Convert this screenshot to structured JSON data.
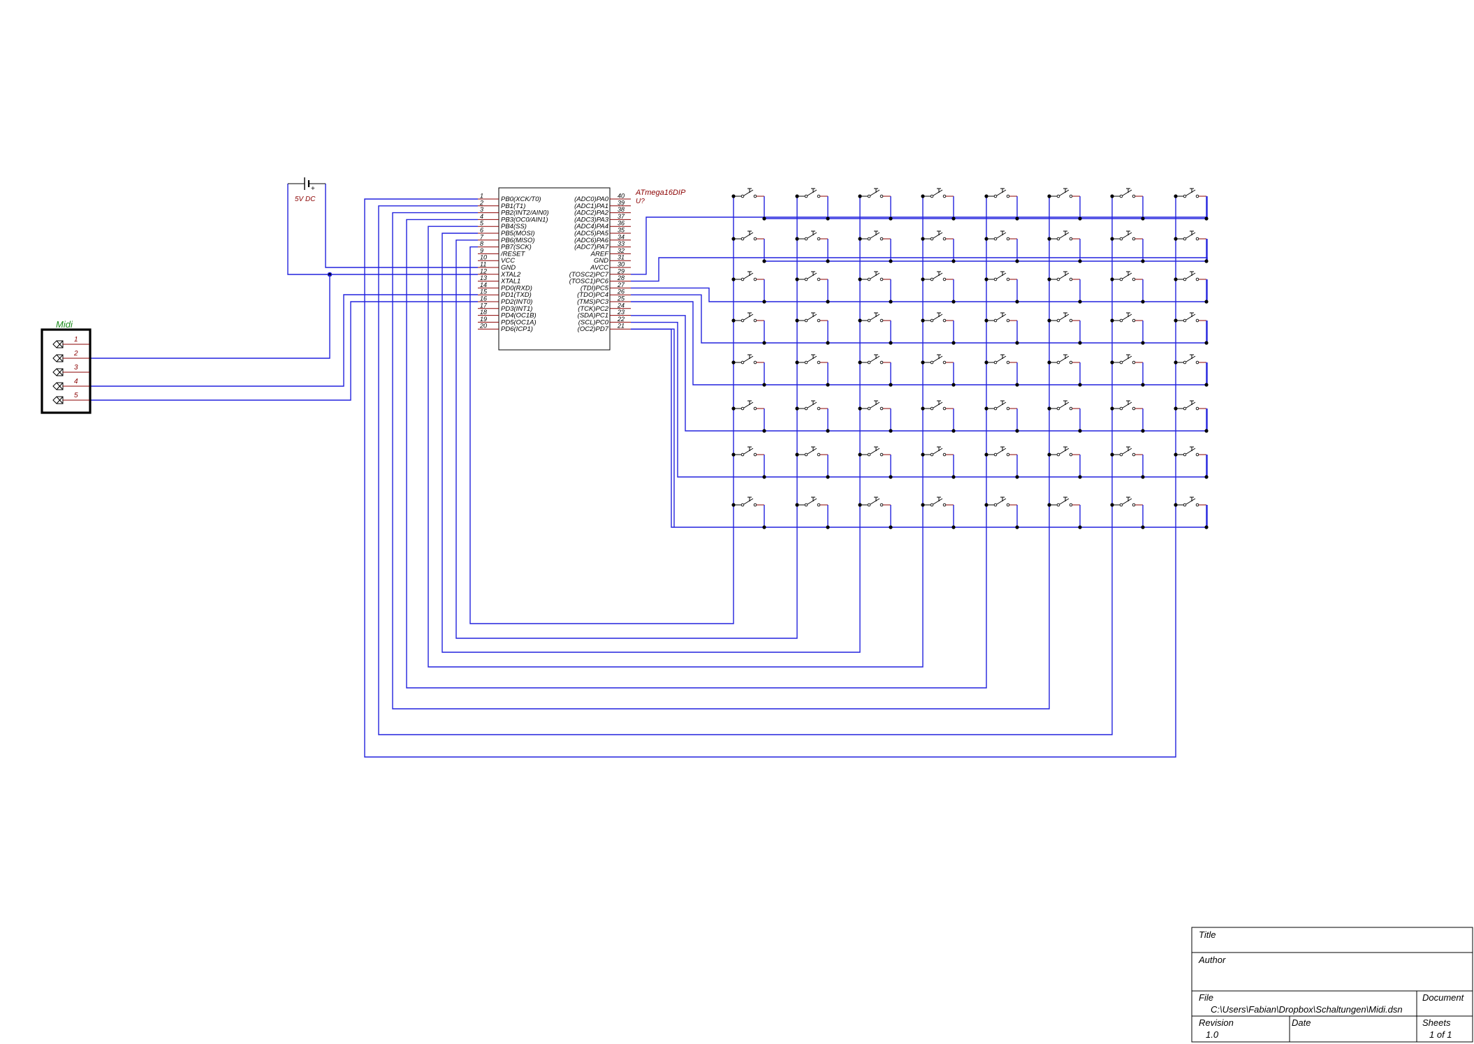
{
  "battery": {
    "label": "5V DC",
    "plus": "+"
  },
  "midi": {
    "label": "Midi",
    "pins": [
      "1",
      "2",
      "3",
      "4",
      "5"
    ]
  },
  "mcu": {
    "part": "ATmega16DIP",
    "ref": "U?",
    "left_pins": [
      {
        "num": "1",
        "name": "PB0(XCK/T0)"
      },
      {
        "num": "2",
        "name": "PB1(T1)"
      },
      {
        "num": "3",
        "name": "PB2(INT2/AIN0)"
      },
      {
        "num": "4",
        "name": "PB3(OC0/AIN1)"
      },
      {
        "num": "5",
        "name": "PB4(SS)"
      },
      {
        "num": "6",
        "name": "PB5(MOSI)"
      },
      {
        "num": "7",
        "name": "PB6(MISO)"
      },
      {
        "num": "8",
        "name": "PB7(SCK)"
      },
      {
        "num": "9",
        "name": "/RESET"
      },
      {
        "num": "10",
        "name": "VCC"
      },
      {
        "num": "11",
        "name": "GND"
      },
      {
        "num": "12",
        "name": "XTAL2"
      },
      {
        "num": "13",
        "name": "XTAL1"
      },
      {
        "num": "14",
        "name": "PD0(RXD)"
      },
      {
        "num": "15",
        "name": "PD1(TXD)"
      },
      {
        "num": "16",
        "name": "PD2(INT0)"
      },
      {
        "num": "17",
        "name": "PD3(INT1)"
      },
      {
        "num": "18",
        "name": "PD4(OC1B)"
      },
      {
        "num": "19",
        "name": "PD5(OC1A)"
      },
      {
        "num": "20",
        "name": "PD6(ICP1)"
      }
    ],
    "right_pins": [
      {
        "num": "40",
        "name": "(ADC0)PA0"
      },
      {
        "num": "39",
        "name": "(ADC1)PA1"
      },
      {
        "num": "38",
        "name": "(ADC2)PA2"
      },
      {
        "num": "37",
        "name": "(ADC3)PA3"
      },
      {
        "num": "36",
        "name": "(ADC4)PA4"
      },
      {
        "num": "35",
        "name": "(ADC5)PA5"
      },
      {
        "num": "34",
        "name": "(ADC6)PA6"
      },
      {
        "num": "33",
        "name": "(ADC7)PA7"
      },
      {
        "num": "32",
        "name": "AREF"
      },
      {
        "num": "31",
        "name": "GND"
      },
      {
        "num": "30",
        "name": "AVCC"
      },
      {
        "num": "29",
        "name": "(TOSC2)PC7"
      },
      {
        "num": "28",
        "name": "(TOSC1)PC6"
      },
      {
        "num": "27",
        "name": "(TDI)PC5"
      },
      {
        "num": "26",
        "name": "(TDO)PC4"
      },
      {
        "num": "25",
        "name": "(TMS)PC3"
      },
      {
        "num": "24",
        "name": "(TCK)PC2"
      },
      {
        "num": "23",
        "name": "(SDA)PC1"
      },
      {
        "num": "22",
        "name": "(SCL)PC0"
      },
      {
        "num": "21",
        "name": "(OC2)PD7"
      }
    ]
  },
  "matrix": {
    "rows": 8,
    "columns": 8
  },
  "title_block": {
    "title_label": "Title",
    "author_label": "Author",
    "file_label": "File",
    "file_value": "C:\\Users\\Fabian\\Dropbox\\Schaltungen\\Midi.dsn",
    "document_label": "Document",
    "revision_label": "Revision",
    "revision_value": "1.0",
    "date_label": "Date",
    "sheets_label": "Sheets",
    "sheets_value": "1 of 1"
  },
  "colors": {
    "wire": "#2222dd",
    "pin": "#8b0000",
    "label_green": "#1a8a1a",
    "text": "#000000"
  }
}
